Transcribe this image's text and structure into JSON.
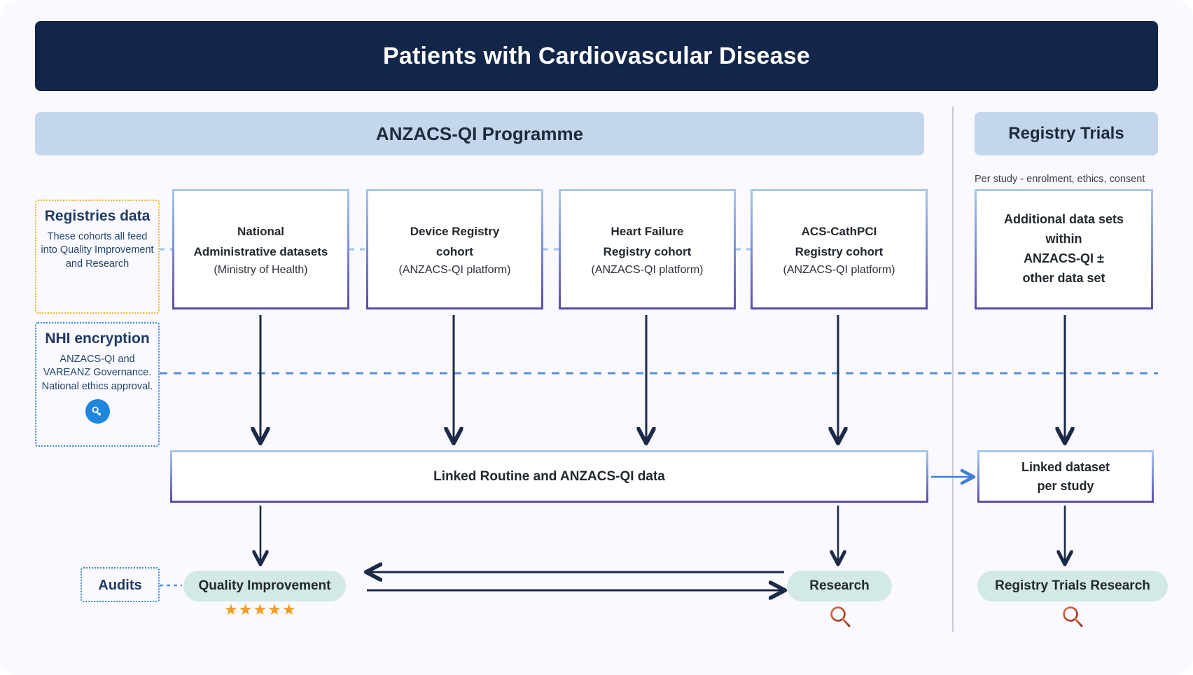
{
  "title": "Patients with Cardiovascular Disease",
  "sections": {
    "anzacs": {
      "header": "ANZACS-QI Programme"
    },
    "trials": {
      "header": "Registry Trials",
      "note": "Per study - enrolment, ethics, consent"
    }
  },
  "annotations": {
    "registries": {
      "title": "Registries data",
      "body": "These cohorts all feed into Quality Improvement and Research",
      "border_color": "#f0b429"
    },
    "nhi": {
      "title": "NHI encryption",
      "body": "ANZACS-QI and VAREANZ Governance. National ethics approval.",
      "icon": "key-icon",
      "border_color": "#3b82d9"
    },
    "audits": {
      "title": "Audits",
      "border_color": "#3b82d9"
    }
  },
  "cohorts": [
    {
      "line1": "National",
      "line2": "Administrative datasets",
      "source": "(Ministry of Health)"
    },
    {
      "line1": "Device Registry",
      "line2": "cohort",
      "source": "(ANZACS-QI platform)"
    },
    {
      "line1": "Heart Failure",
      "line2": "Registry cohort",
      "source": "(ANZACS-QI platform)"
    },
    {
      "line1": "ACS-CathPCI",
      "line2": "Registry cohort",
      "source": "(ANZACS-QI platform)"
    }
  ],
  "additional_datasets": {
    "line1": "Additional data sets",
    "line2": "within",
    "line3": "ANZACS-QI ±",
    "line4": "other data set"
  },
  "linked": {
    "main": "Linked Routine and ANZACS-QI data",
    "study_line1": "Linked dataset",
    "study_line2": "per study"
  },
  "outcomes": {
    "quality_improvement": "Quality Improvement",
    "research": "Research",
    "registry_trials_research": "Registry Trials Research",
    "stars": "★★★★★",
    "research_icon": "magnifier-icon",
    "trials_icon": "magnifier-icon"
  },
  "colors": {
    "banner": "#122649",
    "section_header": "#c3d6ec",
    "pill": "#d3e9e6",
    "arrow": "#1b2a47",
    "dashed_blue": "#5b8fd6",
    "star": "#f49b1e",
    "magnifier": "#e05b38",
    "key_badge": "#1f86dd"
  }
}
